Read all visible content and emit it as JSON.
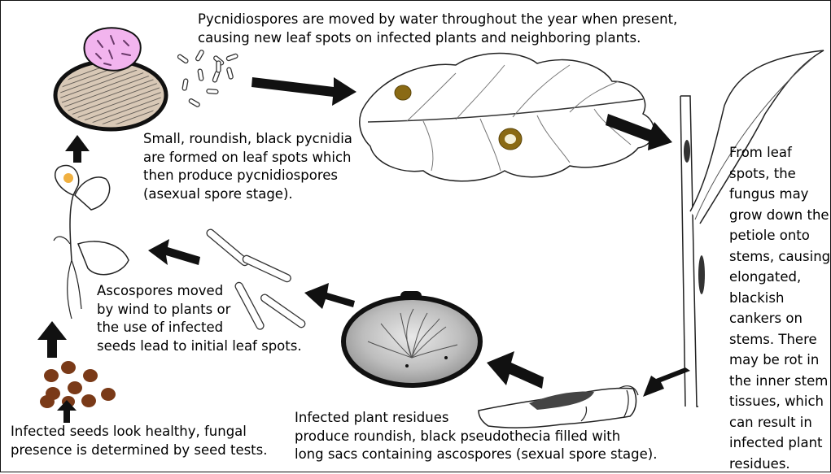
{
  "captions": {
    "pycnidiospores_spread": [
      "Pycnidiospores are moved by water throughout the year when present,",
      "causing new leaf spots on infected plants and neighboring plants."
    ],
    "pycnidia_formation": [
      "Small, roundish, black pycnidia",
      "are formed on leaf spots which",
      "then produce pycnidiospores",
      "(asexual spore stage)."
    ],
    "stem_cankers": [
      "From leaf",
      "spots, the",
      "fungus may",
      "grow down the",
      "petiole onto",
      "stems, causing",
      "elongated,",
      "blackish",
      "cankers on",
      "stems.  There",
      "may be rot in",
      "the inner stem",
      "tissues, which",
      "can result in",
      "infected plant",
      "residues."
    ],
    "ascospores_spread": [
      "Ascospores moved",
      "by wind to plants or",
      "the use of infected",
      "seeds lead to initial leaf spots."
    ],
    "infected_seeds": [
      "Infected seeds look healthy, fungal",
      "presence is determined by seed tests."
    ],
    "plant_residues": [
      "Infected plant residues",
      "produce roundish, black pseudothecia filled with",
      "long sacs containing ascospores (sexual spore stage)."
    ]
  },
  "colors": {
    "arrow": "#111111",
    "pycnidium_body": "#d8c8b6",
    "oozing_spores": "#f2b4ee",
    "leaf_spot": "#8a6a14",
    "seed": "#7a3a18",
    "pseudothecium_bg": "#b8b8b8",
    "canker": "#333333"
  }
}
